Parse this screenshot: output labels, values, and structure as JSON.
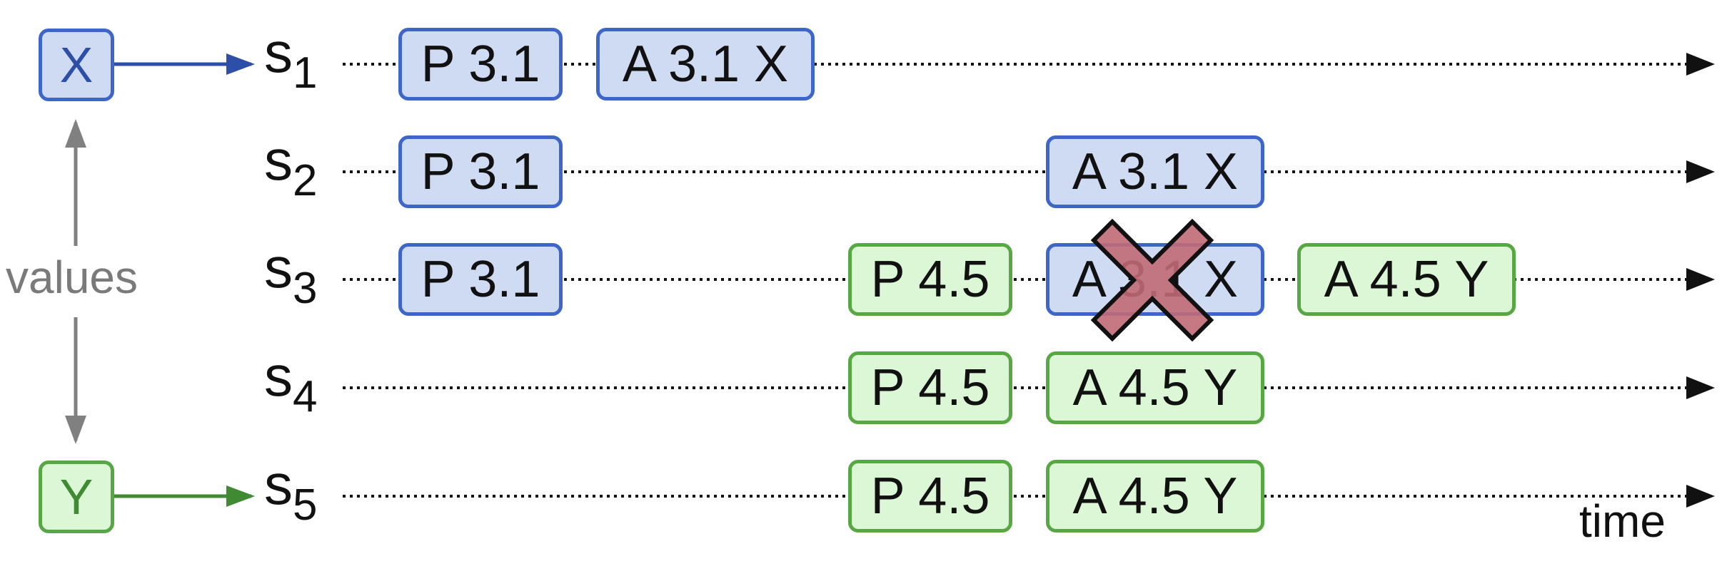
{
  "values": {
    "label": "values",
    "x_label": "X",
    "y_label": "Y"
  },
  "time_label": "time",
  "colors": {
    "blue_fill": "#cfdaf3",
    "blue_border": "#3d66c8",
    "green_fill": "#dcf7d6",
    "green_border": "#57a845",
    "cross": "#c06a75"
  },
  "servers": [
    {
      "name": "s",
      "sub": "1",
      "messages": [
        {
          "text": "P 3.1",
          "color": "blue"
        },
        {
          "text": "A 3.1 X",
          "color": "blue"
        }
      ]
    },
    {
      "name": "s",
      "sub": "2",
      "messages": [
        {
          "text": "P 3.1",
          "color": "blue"
        },
        {
          "text": "A 3.1 X",
          "color": "blue"
        }
      ]
    },
    {
      "name": "s",
      "sub": "3",
      "messages": [
        {
          "text": "P 3.1",
          "color": "blue"
        },
        {
          "text": "P 4.5",
          "color": "green"
        },
        {
          "text": "A 3.1 X",
          "color": "blue",
          "rejected": true
        },
        {
          "text": "A 4.5 Y",
          "color": "green"
        }
      ]
    },
    {
      "name": "s",
      "sub": "4",
      "messages": [
        {
          "text": "P 4.5",
          "color": "green"
        },
        {
          "text": "A 4.5 Y",
          "color": "green"
        }
      ]
    },
    {
      "name": "s",
      "sub": "5",
      "messages": [
        {
          "text": "P 4.5",
          "color": "green"
        },
        {
          "text": "A 4.5 Y",
          "color": "green"
        }
      ]
    }
  ]
}
